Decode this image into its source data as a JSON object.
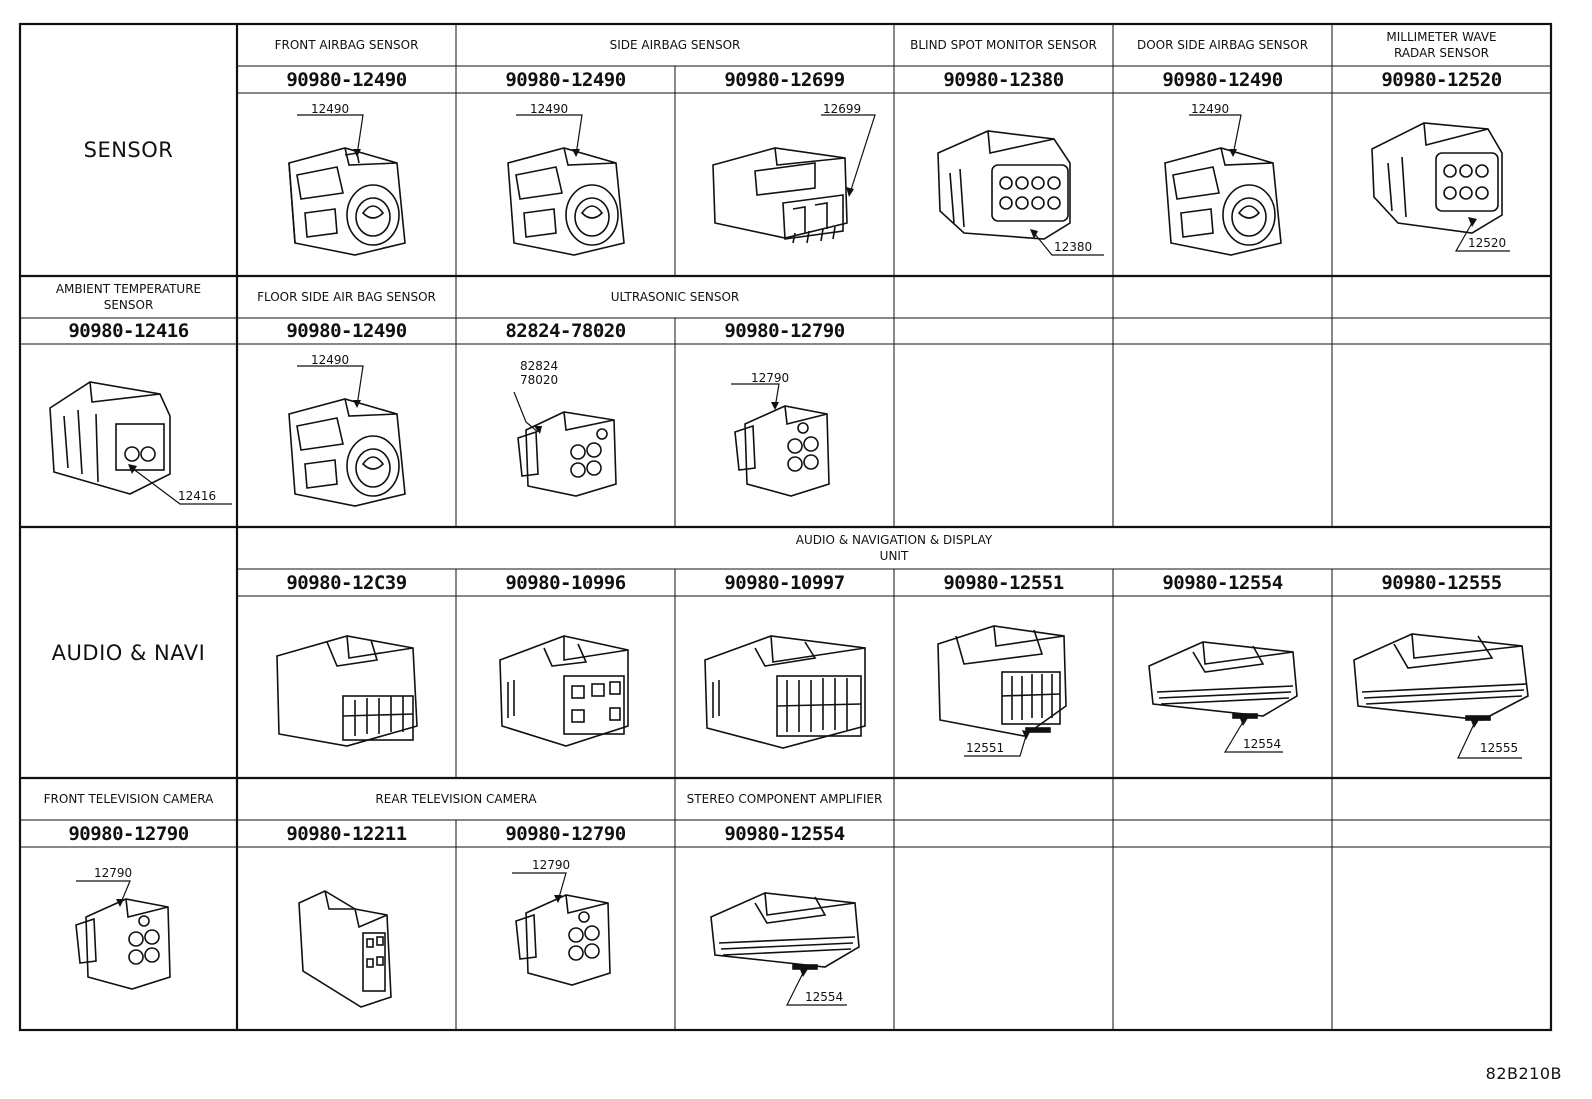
{
  "categories": {
    "sensor": "SENSOR",
    "audio": "AUDIO & NAVI"
  },
  "headers": {
    "front_airbag": "FRONT AIRBAG SENSOR",
    "side_airbag": "SIDE AIRBAG SENSOR",
    "blind_spot": "BLIND SPOT MONITOR SENSOR",
    "door_side_airbag": "DOOR SIDE AIRBAG SENSOR",
    "mmwave": "MILLIMETER WAVE\nRADAR SENSOR",
    "ambient_temp": "AMBIENT TEMPERATURE\nSENSOR",
    "floor_side_airbag": "FLOOR SIDE AIR BAG SENSOR",
    "ultrasonic": "ULTRASONIC SENSOR",
    "audio_unit": "AUDIO & NAVIGATION & DISPLAY\nUNIT",
    "front_tv_camera": "FRONT TELEVISION CAMERA",
    "rear_tv_camera": "REAR TELEVISION CAMERA",
    "stereo_amp": "STEREO COMPONENT AMPLIFIER"
  },
  "row1_parts": [
    "90980-12490",
    "90980-12490",
    "90980-12699",
    "90980-12380",
    "90980-12490",
    "90980-12520"
  ],
  "row2_parts": [
    "90980-12416",
    "90980-12490",
    "82824-78020",
    "90980-12790"
  ],
  "row3_parts": [
    "90980-12C39",
    "90980-10996",
    "90980-10997",
    "90980-12551",
    "90980-12554",
    "90980-12555"
  ],
  "row4_parts": [
    "90980-12790",
    "90980-12211",
    "90980-12790",
    "90980-12554"
  ],
  "callouts": {
    "c12490": "12490",
    "c12699": "12699",
    "c12380": "12380",
    "c12520": "12520",
    "c12416": "12416",
    "c82824": "82824",
    "c78020": "78020",
    "c12790": "12790",
    "c12551": "12551",
    "c12554": "12554",
    "c12555": "12555"
  },
  "diagram_code": "82B210B"
}
